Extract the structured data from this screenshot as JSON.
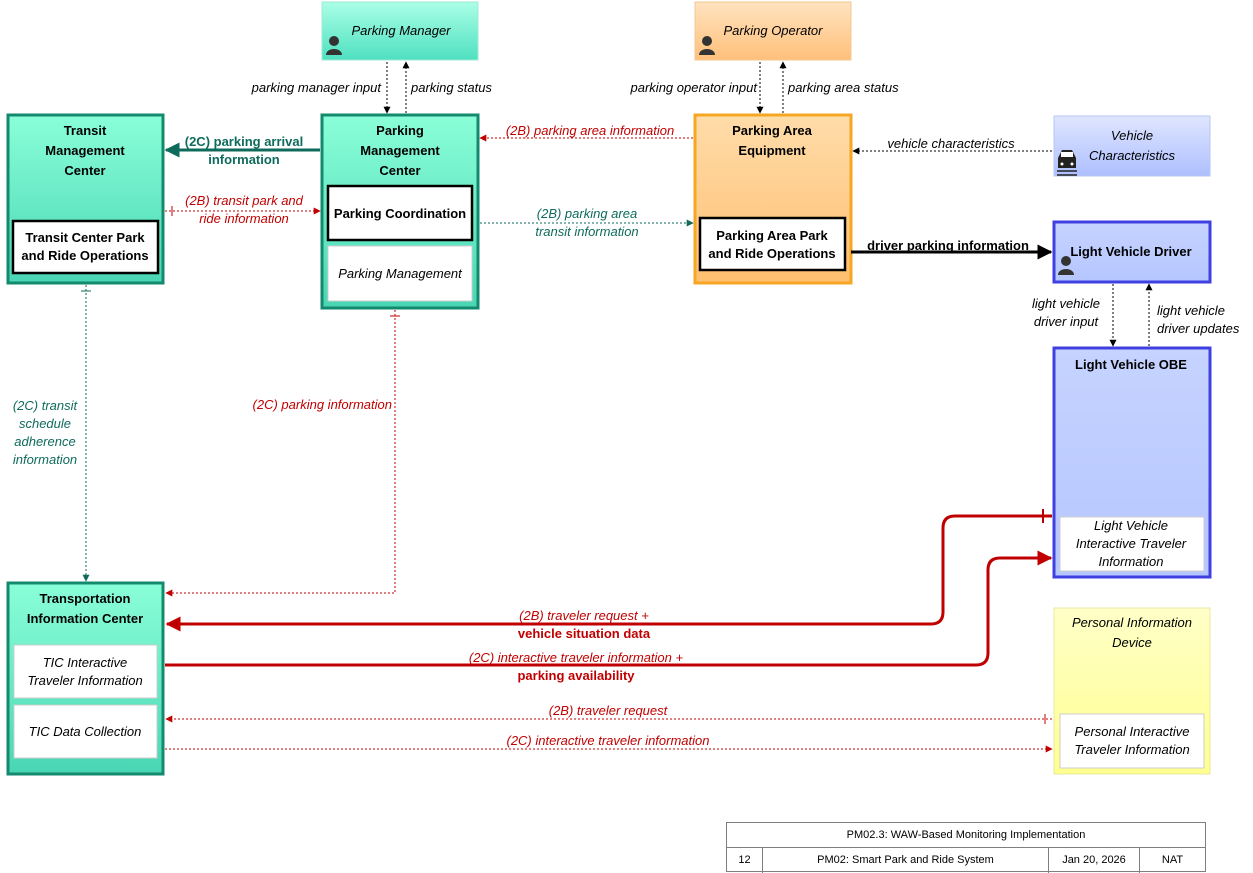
{
  "elements": {
    "parking_manager": "Parking Manager",
    "parking_operator": "Parking Operator",
    "vehicle_characteristics": [
      "Vehicle",
      "Characteristics"
    ],
    "transit_mgmt_center": [
      "Transit",
      "Management",
      "Center"
    ],
    "transit_center_pr_ops": [
      "Transit Center Park",
      "and Ride Operations"
    ],
    "parking_mgmt_center": [
      "Parking",
      "Management",
      "Center"
    ],
    "parking_coordination": "Parking Coordination",
    "parking_management": "Parking Management",
    "parking_area_equipment": [
      "Parking Area",
      "Equipment"
    ],
    "parking_area_pr_ops": [
      "Parking Area Park",
      "and Ride Operations"
    ],
    "light_vehicle_driver": "Light Vehicle Driver",
    "light_vehicle_obe": "Light Vehicle OBE",
    "lv_interactive_ti": [
      "Light Vehicle",
      "Interactive Traveler",
      "Information"
    ],
    "transportation_info_center": [
      "Transportation",
      "Information Center"
    ],
    "tic_interactive_ti": [
      "TIC Interactive",
      "Traveler Information"
    ],
    "tic_data_collection": "TIC Data Collection",
    "personal_info_device": [
      "Personal Information",
      "Device"
    ],
    "personal_interactive_ti": [
      "Personal Interactive",
      "Traveler Information"
    ]
  },
  "flows": {
    "parking_manager_input": "parking manager input",
    "parking_status": "parking status",
    "parking_operator_input": "parking operator input",
    "parking_area_status": "parking area status",
    "parking_arrival_information": [
      "(2C) parking arrival",
      "information"
    ],
    "parking_area_information": "(2B) parking area information",
    "vehicle_characteristics": "vehicle characteristics",
    "transit_park_and_ride_information": [
      "(2B) transit park and",
      "ride information"
    ],
    "parking_area_transit_information": [
      "(2B) parking area",
      "transit information"
    ],
    "driver_parking_information": "driver parking information",
    "light_vehicle_driver_input": [
      "light vehicle",
      "driver input"
    ],
    "light_vehicle_driver_updates": [
      "light vehicle",
      "driver updates"
    ],
    "transit_schedule_adherence": [
      "(2C) transit",
      "schedule",
      "adherence",
      "information"
    ],
    "parking_information": "(2C) parking information",
    "traveler_request_plus": "(2B) traveler request +",
    "vehicle_situation_data": "vehicle situation data",
    "interactive_traveler_information_plus": "(2C) interactive traveler information +",
    "parking_availability": "parking availability",
    "traveler_request": "(2B) traveler request",
    "interactive_traveler_information": "(2C) interactive traveler information"
  },
  "title_block": {
    "title": "PM02.3: WAW-Based Monitoring Implementation",
    "page": "12",
    "package": "PM02: Smart Park and Ride System",
    "date": "Jan 20, 2026",
    "org": "NAT"
  },
  "colors": {
    "center_fill_top": "#7fffd4",
    "center_border": "#138a6e",
    "manager_fill": "#66f0cc",
    "operator_fill": "#ffc98a",
    "equipment_fill": "#ffcf92",
    "equipment_border": "#f5a623",
    "vehicle_char_fill": "#cdd9ff",
    "vehicle_fill": "#c8d6ff",
    "vehicle_border": "#4040e0",
    "pid_fill": "#ffffa8",
    "pid_border": "#e8e8a0",
    "red_flow": "#c00000",
    "teal_flow": "#0e6b5c",
    "black_flow": "#000000"
  }
}
